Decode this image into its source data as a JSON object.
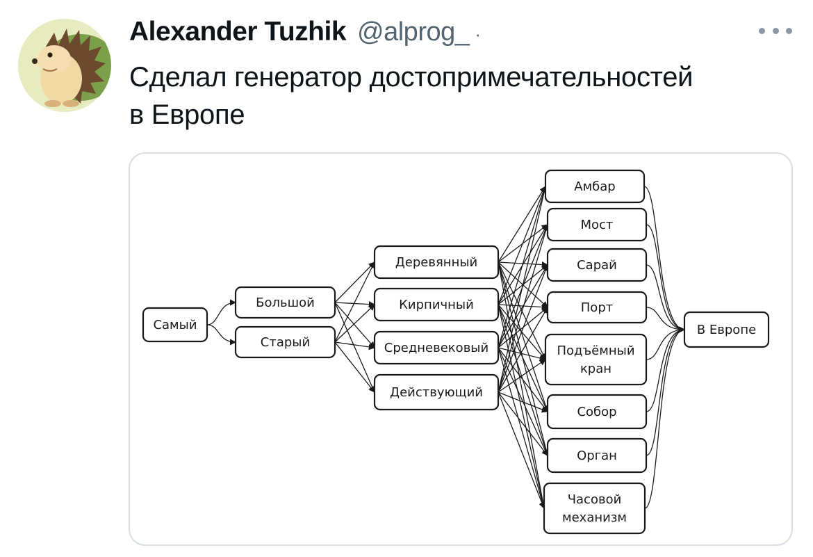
{
  "tweet": {
    "author_name": "Alexander Tuzhik",
    "author_handle": "@alprog_",
    "separator": "·",
    "text_line1": "Сделал генератор достопримечательностей",
    "text_line2": "в Европе"
  },
  "diagram": {
    "start": "Самый",
    "adjectives_1": [
      "Большой",
      "Старый"
    ],
    "adjectives_2": [
      "Деревянный",
      "Кирпичный",
      "Средневековый",
      "Действующий"
    ],
    "nouns": [
      [
        "Амбар"
      ],
      [
        "Мост"
      ],
      [
        "Сарай"
      ],
      [
        "Порт"
      ],
      [
        "Подъёмный",
        "кран"
      ],
      [
        "Собор"
      ],
      [
        "Орган"
      ],
      [
        "Часовой",
        "механизм"
      ]
    ],
    "end": "В Европе"
  }
}
